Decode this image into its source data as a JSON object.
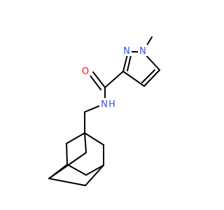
{
  "molecule": {
    "atoms": [
      {
        "id": "N_pz1",
        "symbol": "N",
        "color": "#3050f8"
      },
      {
        "id": "N_pz2",
        "symbol": "N",
        "color": "#3050f8"
      },
      {
        "id": "O_carbonyl",
        "symbol": "O",
        "color": "#ff0d0d"
      },
      {
        "id": "N_amide",
        "symbol": "N",
        "color": "#3050f8"
      },
      {
        "id": "H_amide",
        "symbol": "H",
        "color": "#3050f8"
      }
    ],
    "bond_color": "#000000"
  }
}
